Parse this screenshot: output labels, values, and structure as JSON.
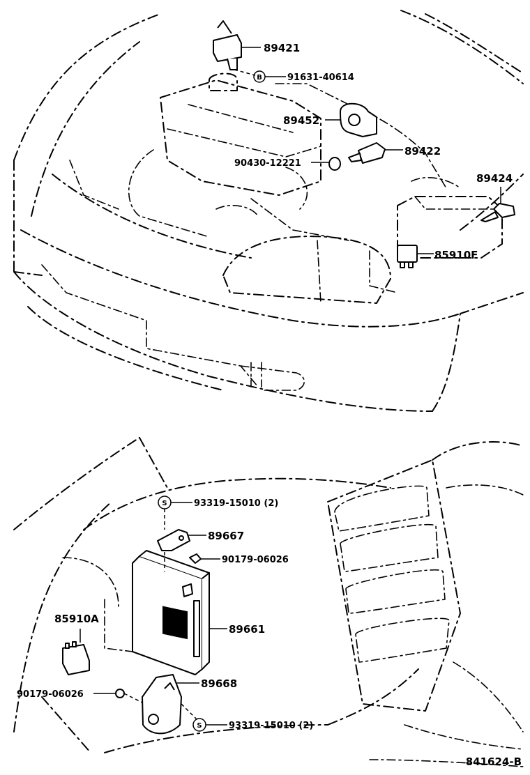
{
  "figure_id": "841624-B",
  "top_view": {
    "parts": [
      {
        "number": "89421"
      },
      {
        "number": "91631-40614",
        "mark": "B"
      },
      {
        "number": "89452"
      },
      {
        "number": "89422"
      },
      {
        "number": "90430-12221"
      },
      {
        "number": "89424"
      },
      {
        "number": "85910F"
      }
    ]
  },
  "bottom_view": {
    "parts": [
      {
        "number": "93319-15010 (2)",
        "mark": "S"
      },
      {
        "number": "89667"
      },
      {
        "number": "90179-06026"
      },
      {
        "number": "89661"
      },
      {
        "number": "85910A"
      },
      {
        "number": "90179-06026"
      },
      {
        "number": "89668"
      },
      {
        "number": "93319-15010 (2)",
        "mark": "S"
      }
    ]
  }
}
